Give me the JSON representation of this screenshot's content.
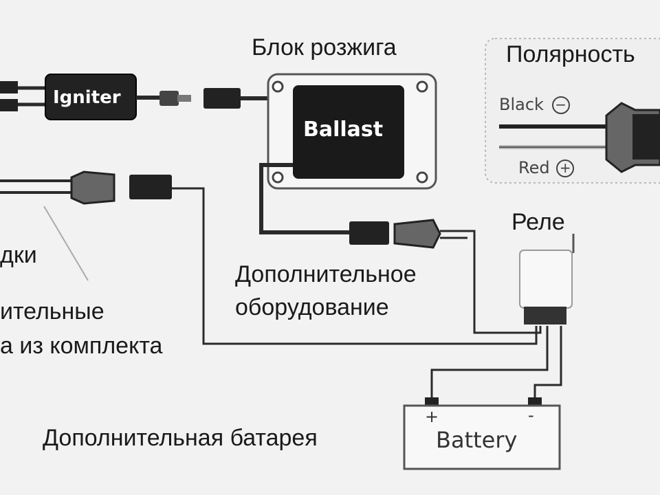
{
  "labels": {
    "ignition_unit": "Блок розжига",
    "polarity": "Полярность",
    "relay": "Реле",
    "extra_equipment_line1": "Дополнительное",
    "extra_equipment_line2": "оборудование",
    "extra_battery": "Дополнительная батарея",
    "left_fragment_1": "дки",
    "left_fragment_2": "ительные",
    "left_fragment_3": "а из комплекта"
  },
  "components": {
    "igniter": "Igniter",
    "ballast": "Ballast",
    "battery": "Battery",
    "battery_plus": "+",
    "battery_minus": "-"
  },
  "polarity_inset": {
    "black_label": "Black",
    "red_label": "Red"
  },
  "colors": {
    "background": "#f2f2f2",
    "component_fill": "#222222",
    "wire": "#2a2a2a"
  }
}
